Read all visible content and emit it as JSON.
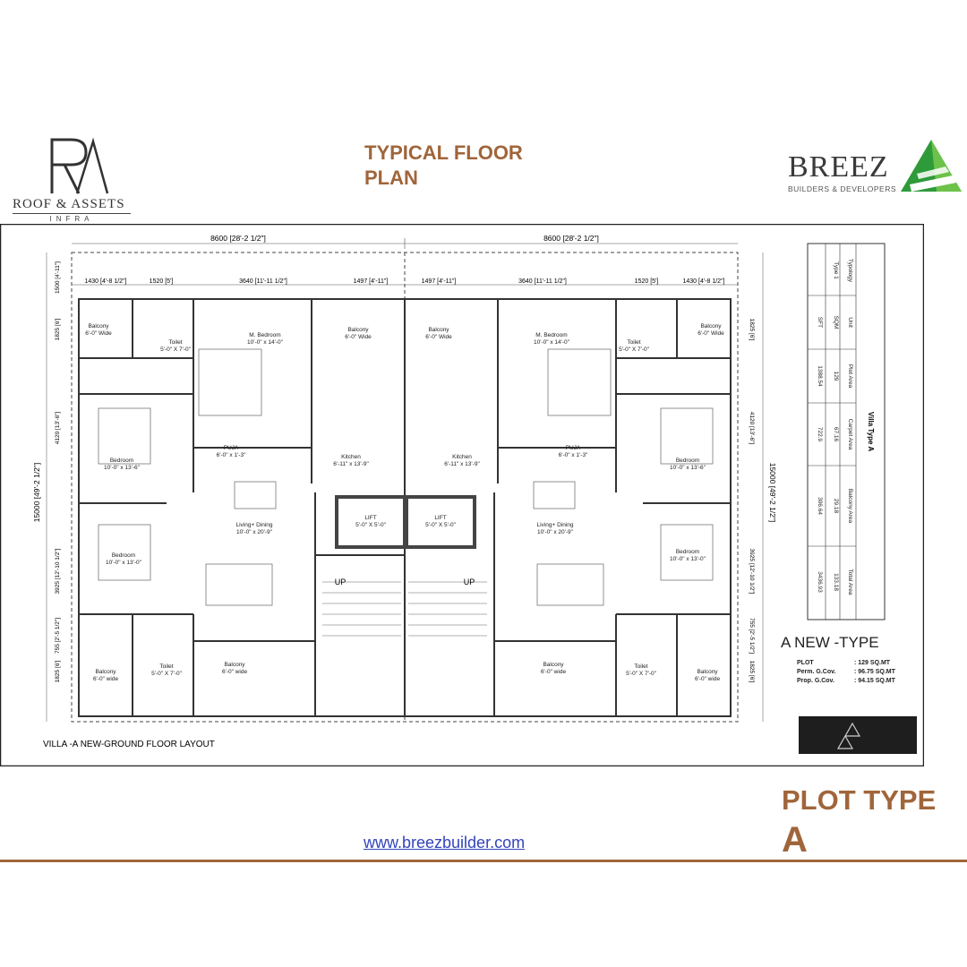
{
  "header": {
    "logo_left_name": "ROOF & ASSETS",
    "logo_left_sub": "INFRA",
    "title_line1": "TYPICAL FLOOR",
    "title_line2": "PLAN",
    "logo_right_name": "BREEZ",
    "logo_right_sub": "BUILDERS & DEVELOPERS"
  },
  "plan": {
    "top_dims": [
      "8600 [28'-2 1/2\"]",
      "8600 [28'-2 1/2\"]"
    ],
    "sub_dims": [
      "1430 [4'-8 1/2\"]",
      "1520 [5']",
      "3640 [11'-11 1/2\"]",
      "1497 [4'-11\"]"
    ],
    "side_dim": "15000 [49'-2 1/2\"]",
    "side_sub_dims": [
      "1500 [4'-11\"]",
      "1825 [6']",
      "4120 [13'-6\"]",
      "3925 [12'-10 1/2\"]",
      "755 [2'-5 1/2\"]",
      "1825 [6']"
    ],
    "rooms": {
      "balcony_wide": "Balcony",
      "balcony_wide_dim": "6'-0\" Wide",
      "toilet": "Toilet",
      "toilet_dim": "5'-0\" X 7'-0\"",
      "m_bedroom": "M. Bedroom",
      "m_bedroom_dim": "10'-0\" x 14'-0\"",
      "bedroom": "Bedroom",
      "bedroom_dim_1": "10'-0\" x 13'-6\"",
      "bedroom_dim_2": "10'-0\" x 13'-0\"",
      "puja": "PUJA",
      "puja_dim": "6'-0\" x 1'-3\"",
      "kitchen": "Kitchen",
      "kitchen_dim": "6'-11\" x 13'-9\"",
      "lift": "LIFT",
      "lift_dim": "5'-0\" X 5'-0\"",
      "living": "Living+ Dining",
      "living_dim": "10'-0\" x 20'-9\"",
      "up": "UP",
      "balcony_small_dim": "6'-0\" wide",
      "toilet_small_dim": "5'-0\" X 7'-0\""
    },
    "bottom_label": "VILLA -A NEW-GROUND FLOOR LAYOUT",
    "table": {
      "heading": "Villa Type A",
      "headers": [
        "Typology",
        "Unit",
        "Plot Area",
        "Carpet Area",
        "Balcony Area",
        "Total Area"
      ],
      "row": [
        "Type 1",
        "SQM",
        "129",
        "67.16",
        "29.18",
        "133.18"
      ],
      "row2": [
        "",
        "SFT",
        "1388.54",
        "722.9",
        "306.64",
        "3436.93"
      ]
    },
    "type_title": "A NEW -TYPE",
    "specs": [
      {
        "label": "PLOT",
        "value": ": 129 SQ.MT"
      },
      {
        "label": "Perm. G.Cov.",
        "value": ": 96.75 SQ.MT"
      },
      {
        "label": "Prop. G.Cov.",
        "value": ": 94.15 SQ.MT"
      }
    ]
  },
  "footer": {
    "plot_type_line1": "PLOT TYPE",
    "plot_type_line2": "A",
    "url": "www.breezbuilder.com"
  },
  "colors": {
    "accent": "#a0653a",
    "link": "#3344bb",
    "breez_green": "#2e9a3a"
  }
}
